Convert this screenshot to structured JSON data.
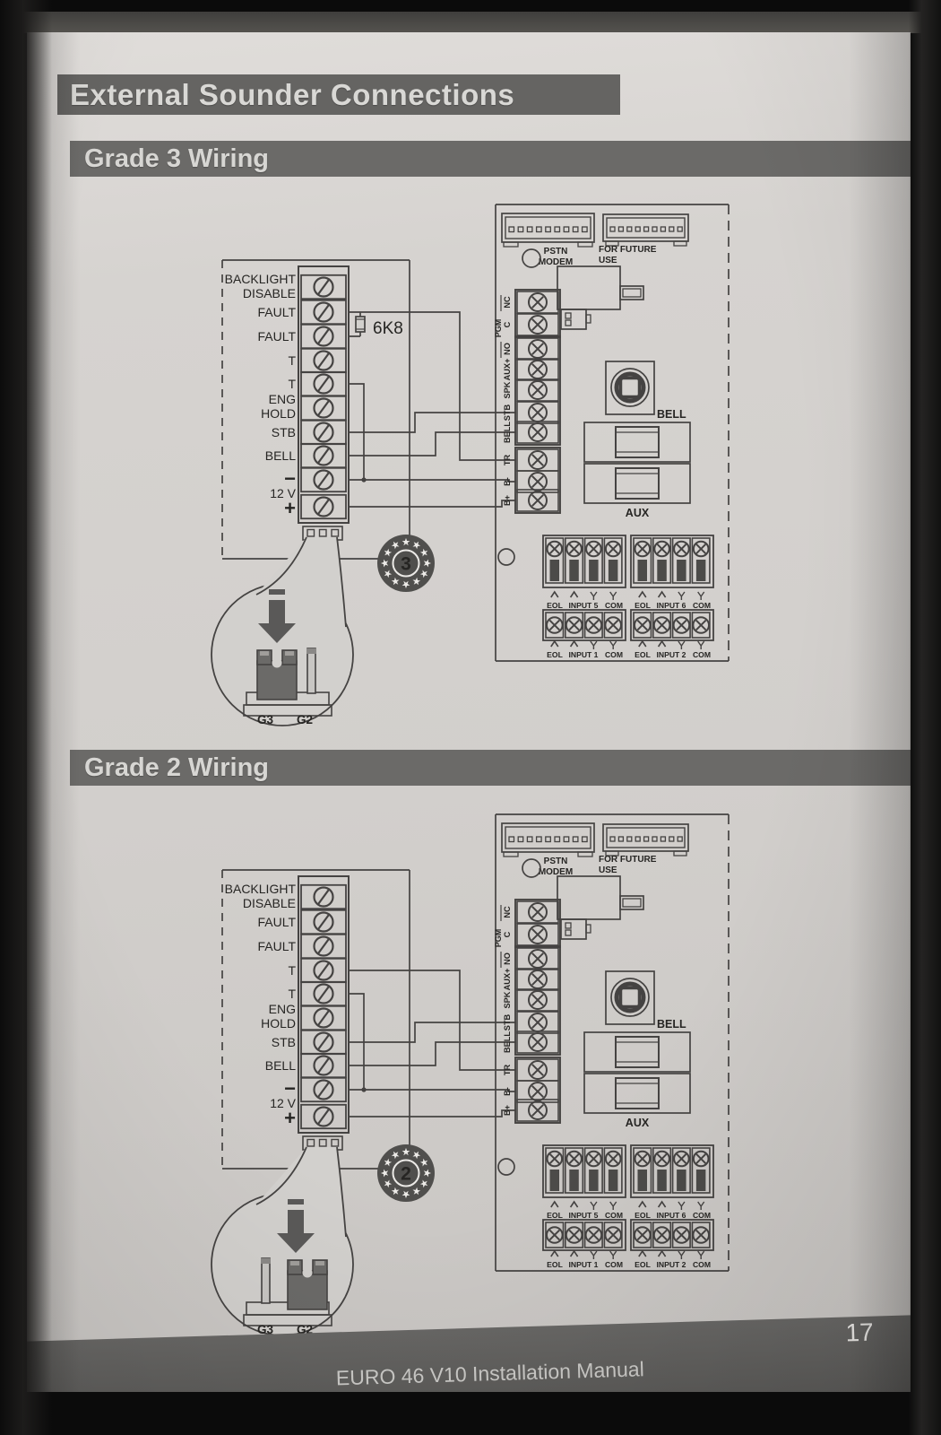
{
  "page": {
    "title": "External Sounder Connections",
    "footer": "EURO 46 V10 Installation Manual",
    "page_number": "17"
  },
  "sections": [
    {
      "heading": "Grade 3 Wiring",
      "badge": "3",
      "jumper_on": "G3",
      "resistor": "6K8",
      "top_wire_row": 1
    },
    {
      "heading": "Grade 2 Wiring",
      "badge": "2",
      "jumper_on": "G2",
      "resistor": null,
      "top_wire_row": 3
    }
  ],
  "diagram": {
    "keypad": {
      "terminals": [
        "BACKLIGHT DISABLE",
        "FAULT",
        "FAULT",
        "T",
        "T",
        "ENG HOLD",
        "STB",
        "BELL",
        "−",
        "+"
      ],
      "supply_label": "12 V"
    },
    "pcb": {
      "connector_labels": [
        [
          "PSTN",
          "MODEM"
        ],
        [
          "FOR FUTURE",
          "USE"
        ]
      ],
      "terminals": [
        "NC",
        "C",
        "NO",
        "AUX+",
        "SPK",
        "STB",
        "BELL",
        "TR",
        "B-",
        "B+"
      ],
      "pgm_label": "PGM",
      "bell_label": "BELL",
      "aux_label": "AUX",
      "eol_groups": [
        {
          "labels": [
            "EOL",
            "INPUT 5",
            "COM"
          ]
        },
        {
          "labels": [
            "EOL",
            "INPUT 6",
            "COM"
          ]
        },
        {
          "labels": [
            "EOL",
            "INPUT 1",
            "COM"
          ]
        },
        {
          "labels": [
            "EOL",
            "INPUT 2",
            "COM"
          ]
        }
      ]
    },
    "jumper_detail": {
      "labels": [
        "G3",
        "G2"
      ]
    }
  }
}
